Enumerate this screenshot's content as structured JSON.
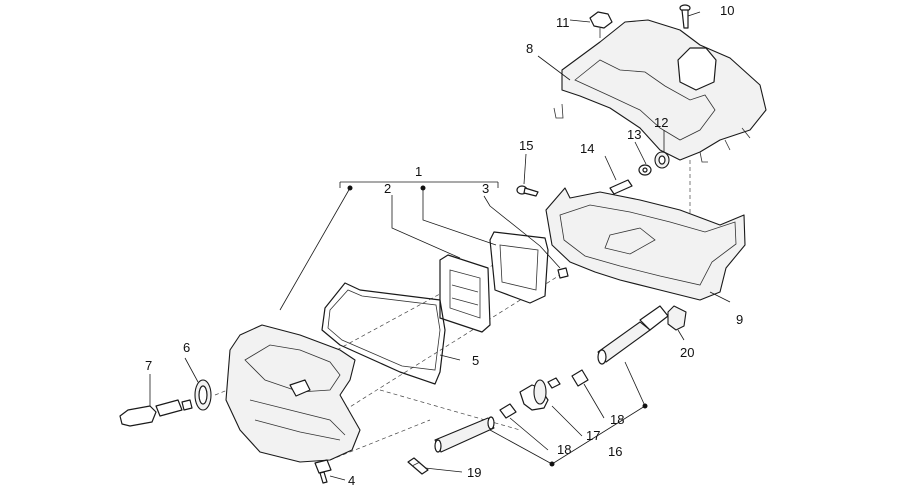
{
  "callouts": {
    "c1": "1",
    "c2": "2",
    "c3": "3",
    "c4": "4",
    "c5": "5",
    "c6": "6",
    "c7": "7",
    "c8": "8",
    "c9": "9",
    "c10": "10",
    "c11": "11",
    "c12": "12",
    "c13": "13",
    "c14": "14",
    "c15": "15",
    "c16": "16",
    "c17": "17",
    "c18a": "18",
    "c18b": "18",
    "c19": "19",
    "c20": "20"
  },
  "colors": {
    "line": "#1a1a1a",
    "background": "#ffffff",
    "fill": "#f2f2f2"
  }
}
